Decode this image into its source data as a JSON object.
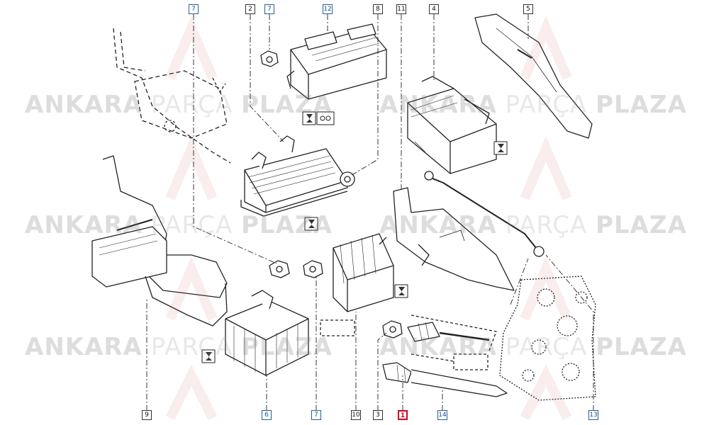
{
  "watermark": {
    "text_bold": "ANKARA",
    "text_light": "PARÇA",
    "text_bold2": "PLAZA"
  },
  "callouts": [
    {
      "id": "c7a",
      "label": "7",
      "style": "blue"
    },
    {
      "id": "c2",
      "label": "2",
      "style": "plain"
    },
    {
      "id": "c7b",
      "label": "7",
      "style": "blue"
    },
    {
      "id": "c12",
      "label": "12",
      "style": "blue"
    },
    {
      "id": "c8",
      "label": "8",
      "style": "plain"
    },
    {
      "id": "c11",
      "label": "11",
      "style": "plain"
    },
    {
      "id": "c4",
      "label": "4",
      "style": "plain"
    },
    {
      "id": "c5",
      "label": "5",
      "style": "plain"
    },
    {
      "id": "c9",
      "label": "9",
      "style": "plain"
    },
    {
      "id": "c6",
      "label": "6",
      "style": "blue"
    },
    {
      "id": "c7c",
      "label": "7",
      "style": "blue"
    },
    {
      "id": "c10",
      "label": "10",
      "style": "plain"
    },
    {
      "id": "c3",
      "label": "3",
      "style": "plain"
    },
    {
      "id": "c1",
      "label": "1",
      "style": "red"
    },
    {
      "id": "c14",
      "label": "14",
      "style": "blue"
    },
    {
      "id": "c13",
      "label": "13",
      "style": "blue"
    }
  ],
  "colors": {
    "line": "#222222",
    "callout_blue": "#2a5f9a",
    "callout_red": "#d0021b",
    "watermark": "#c8c8c8"
  }
}
